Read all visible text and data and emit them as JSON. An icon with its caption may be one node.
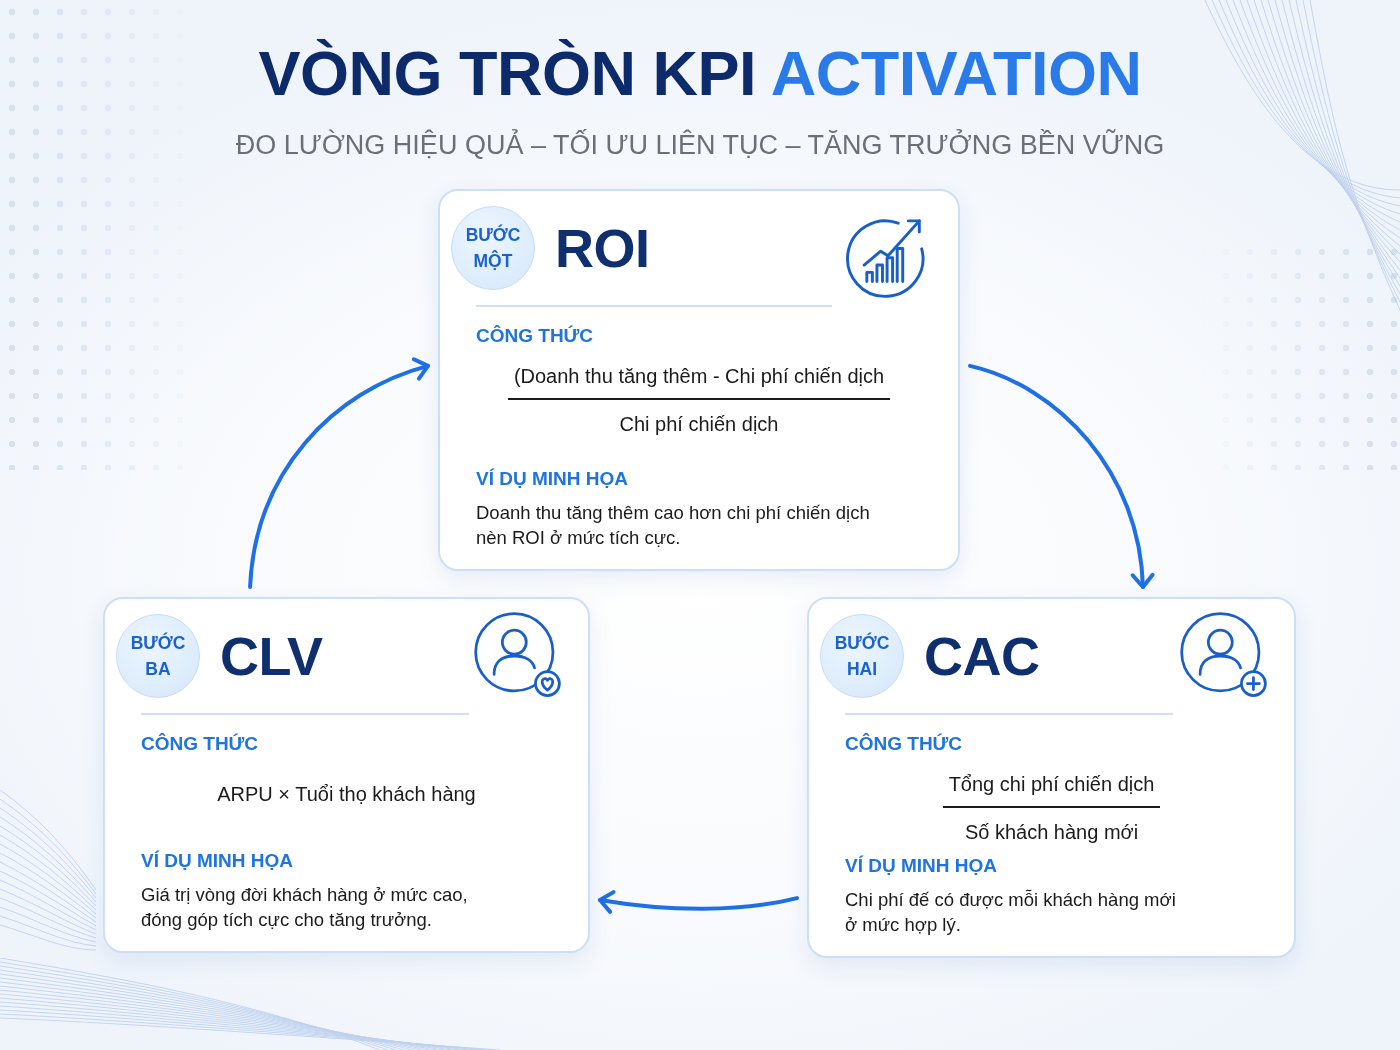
{
  "diagram": {
    "title": "VÒNG TRÒN KPI ACTIVATION",
    "nodes": [
      {
        "text": [
          "ROI",
          "CÔNG THỨC",
          "(Doanh thu tăng thêm - Chi phí chiến dịch",
          "Chi phí chiến dịch",
          "VÍ DỤ MINH HỌA",
          "Doanh thu tăng thêm cao hơn chi phí chiến dịch nèn ROI ở mức tích cực."
        ]
      },
      {
        "text": [
          "BƯỚC MỘT"
        ],
        "in": 0
      },
      {
        "text": [
          "CLV",
          "CÔNG THỨC",
          "ARPU × Tuổi thọ khách hàng",
          "VÍ DỤ MINH HỌA",
          "Giá trị vòng đời khách hàng ở mức cao, đóng góp tích cực cho tăng trưởng."
        ]
      },
      {
        "text": [
          "BƯỚC BA"
        ],
        "in": 2
      },
      {
        "text": [
          "CAC",
          "CÔNG THỨC",
          "Tổng chi phí chiến dịch",
          "Số khách hàng mới",
          "VÍ DỤ MINH HỌA",
          "Chi phí đế có được mỗi khách hàng mới ở mức hợp lý."
        ]
      },
      {
        "text": [
          "BƯỚC HAI"
        ],
        "in": 4
      }
    ],
    "edges": [
      {
        "from": 0,
        "to": 4,
        "arrow": "to"
      },
      {
        "from": 4,
        "to": 2,
        "arrow": "to"
      },
      {
        "from": 2,
        "to": 0,
        "arrow": "to"
      }
    ],
    "labels": [
      "ĐO LƯỜNG HIỆU QUẢ – TỐI ƯU LIÊN TỤC – TĂNG TRƯỞNG BỀN VỮNG"
    ]
  }
}
